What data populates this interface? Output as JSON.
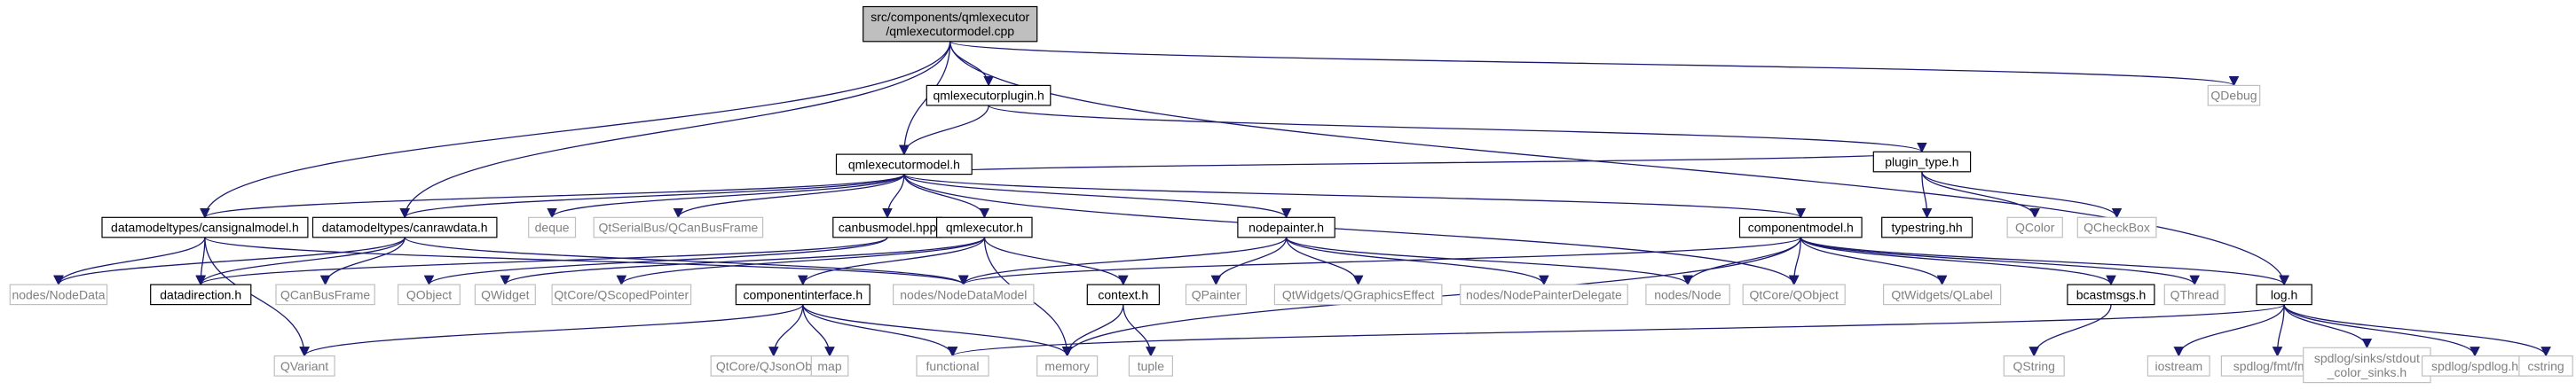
{
  "colors": {
    "edge": "#191970",
    "node_border": "#000000",
    "external_border": "#bfbfbf",
    "external_text": "#808080",
    "text": "#000000",
    "focus_fill": "#bfbfbf",
    "fill": "#ffffff"
  },
  "nodes": [
    {
      "id": "root",
      "lines": [
        "src/components/qmlexecutor",
        "/qmlexecutormodel.cpp"
      ],
      "kind": "focus"
    },
    {
      "id": "qmlexecutorplugin_h",
      "lines": [
        "qmlexecutorplugin.h"
      ],
      "kind": "file"
    },
    {
      "id": "QDebug",
      "lines": [
        "QDebug"
      ],
      "kind": "external"
    },
    {
      "id": "qmlexecutormodel_h",
      "lines": [
        "qmlexecutormodel.h"
      ],
      "kind": "file"
    },
    {
      "id": "plugin_type_h",
      "lines": [
        "plugin_type.h"
      ],
      "kind": "file"
    },
    {
      "id": "cansignalmodel_h",
      "lines": [
        "datamodeltypes/cansignalmodel.h"
      ],
      "kind": "file"
    },
    {
      "id": "canrawdata_h",
      "lines": [
        "datamodeltypes/canrawdata.h"
      ],
      "kind": "file"
    },
    {
      "id": "deque",
      "lines": [
        "deque"
      ],
      "kind": "external"
    },
    {
      "id": "QCanBusFrame_full",
      "lines": [
        "QtSerialBus/QCanBusFrame"
      ],
      "kind": "external"
    },
    {
      "id": "canbusmodel_hpp",
      "lines": [
        "canbusmodel.hpp"
      ],
      "kind": "file"
    },
    {
      "id": "qmlexecutor_h",
      "lines": [
        "qmlexecutor.h"
      ],
      "kind": "file"
    },
    {
      "id": "nodepainter_h",
      "lines": [
        "nodepainter.h"
      ],
      "kind": "file"
    },
    {
      "id": "componentmodel_h",
      "lines": [
        "componentmodel.h"
      ],
      "kind": "file"
    },
    {
      "id": "typestring_hh",
      "lines": [
        "typestring.hh"
      ],
      "kind": "file"
    },
    {
      "id": "QColor",
      "lines": [
        "QColor"
      ],
      "kind": "external"
    },
    {
      "id": "QCheckBox",
      "lines": [
        "QCheckBox"
      ],
      "kind": "external"
    },
    {
      "id": "nodes_NodeData",
      "lines": [
        "nodes/NodeData"
      ],
      "kind": "external"
    },
    {
      "id": "datadirection_h",
      "lines": [
        "datadirection.h"
      ],
      "kind": "file"
    },
    {
      "id": "QCanBusFrame",
      "lines": [
        "QCanBusFrame"
      ],
      "kind": "external"
    },
    {
      "id": "QObject",
      "lines": [
        "QObject"
      ],
      "kind": "external"
    },
    {
      "id": "QWidget",
      "lines": [
        "QWidget"
      ],
      "kind": "external"
    },
    {
      "id": "QScopedPointer",
      "lines": [
        "QtCore/QScopedPointer"
      ],
      "kind": "external"
    },
    {
      "id": "componentinterface_h",
      "lines": [
        "componentinterface.h"
      ],
      "kind": "file"
    },
    {
      "id": "nodes_NodeDataModel",
      "lines": [
        "nodes/NodeDataModel"
      ],
      "kind": "external"
    },
    {
      "id": "context_h",
      "lines": [
        "context.h"
      ],
      "kind": "file"
    },
    {
      "id": "QPainter",
      "lines": [
        "QPainter"
      ],
      "kind": "external"
    },
    {
      "id": "QGraphicsEffect",
      "lines": [
        "QtWidgets/QGraphicsEffect"
      ],
      "kind": "external"
    },
    {
      "id": "NodePainterDelegate",
      "lines": [
        "nodes/NodePainterDelegate"
      ],
      "kind": "external"
    },
    {
      "id": "nodes_Node",
      "lines": [
        "nodes/Node"
      ],
      "kind": "external"
    },
    {
      "id": "QtCore_QObject",
      "lines": [
        "QtCore/QObject"
      ],
      "kind": "external"
    },
    {
      "id": "QLabel",
      "lines": [
        "QtWidgets/QLabel"
      ],
      "kind": "external"
    },
    {
      "id": "bcastmsgs_h",
      "lines": [
        "bcastmsgs.h"
      ],
      "kind": "file"
    },
    {
      "id": "QThread",
      "lines": [
        "QThread"
      ],
      "kind": "external"
    },
    {
      "id": "log_h",
      "lines": [
        "log.h"
      ],
      "kind": "file"
    },
    {
      "id": "QVariant",
      "lines": [
        "QVariant"
      ],
      "kind": "external"
    },
    {
      "id": "QJsonObject",
      "lines": [
        "QtCore/QJsonObject"
      ],
      "kind": "external"
    },
    {
      "id": "map",
      "lines": [
        "map"
      ],
      "kind": "external"
    },
    {
      "id": "functional",
      "lines": [
        "functional"
      ],
      "kind": "external"
    },
    {
      "id": "memory",
      "lines": [
        "memory"
      ],
      "kind": "external"
    },
    {
      "id": "tuple",
      "lines": [
        "tuple"
      ],
      "kind": "external"
    },
    {
      "id": "QString",
      "lines": [
        "QString"
      ],
      "kind": "external"
    },
    {
      "id": "iostream",
      "lines": [
        "iostream"
      ],
      "kind": "external"
    },
    {
      "id": "fmt_h",
      "lines": [
        "spdlog/fmt/fmt.h"
      ],
      "kind": "external"
    },
    {
      "id": "stdout_color_sinks_h",
      "lines": [
        "spdlog/sinks/stdout",
        "_color_sinks.h"
      ],
      "kind": "external"
    },
    {
      "id": "spdlog_h",
      "lines": [
        "spdlog/spdlog.h"
      ],
      "kind": "external"
    },
    {
      "id": "cstring",
      "lines": [
        "cstring"
      ],
      "kind": "external"
    }
  ],
  "edges": [
    [
      "root",
      "qmlexecutorplugin_h"
    ],
    [
      "root",
      "QDebug"
    ],
    [
      "root",
      "qmlexecutormodel_h"
    ],
    [
      "root",
      "cansignalmodel_h"
    ],
    [
      "root",
      "canrawdata_h"
    ],
    [
      "root",
      "log_h"
    ],
    [
      "qmlexecutorplugin_h",
      "qmlexecutormodel_h"
    ],
    [
      "qmlexecutorplugin_h",
      "plugin_type_h"
    ],
    [
      "qmlexecutormodel_h",
      "plugin_type_h"
    ],
    [
      "qmlexecutormodel_h",
      "cansignalmodel_h"
    ],
    [
      "qmlexecutormodel_h",
      "canrawdata_h"
    ],
    [
      "qmlexecutormodel_h",
      "deque"
    ],
    [
      "qmlexecutormodel_h",
      "QCanBusFrame_full"
    ],
    [
      "qmlexecutormodel_h",
      "canbusmodel_hpp"
    ],
    [
      "qmlexecutormodel_h",
      "qmlexecutor_h"
    ],
    [
      "qmlexecutormodel_h",
      "nodepainter_h"
    ],
    [
      "qmlexecutormodel_h",
      "componentmodel_h"
    ],
    [
      "qmlexecutormodel_h",
      "QtCore_QObject"
    ],
    [
      "plugin_type_h",
      "typestring_hh"
    ],
    [
      "plugin_type_h",
      "QColor"
    ],
    [
      "plugin_type_h",
      "QCheckBox"
    ],
    [
      "cansignalmodel_h",
      "nodes_NodeData"
    ],
    [
      "cansignalmodel_h",
      "datadirection_h"
    ],
    [
      "cansignalmodel_h",
      "QVariant"
    ],
    [
      "cansignalmodel_h",
      "nodes_NodeDataModel"
    ],
    [
      "canrawdata_h",
      "nodes_NodeData"
    ],
    [
      "canrawdata_h",
      "datadirection_h"
    ],
    [
      "canrawdata_h",
      "QCanBusFrame"
    ],
    [
      "canrawdata_h",
      "nodes_NodeDataModel"
    ],
    [
      "canbusmodel_hpp",
      "QObject"
    ],
    [
      "canbusmodel_hpp",
      "datadirection_h"
    ],
    [
      "qmlexecutor_h",
      "QWidget"
    ],
    [
      "qmlexecutor_h",
      "QScopedPointer"
    ],
    [
      "qmlexecutor_h",
      "componentinterface_h"
    ],
    [
      "qmlexecutor_h",
      "context_h"
    ],
    [
      "qmlexecutor_h",
      "memory"
    ],
    [
      "nodepainter_h",
      "nodes_NodeDataModel"
    ],
    [
      "nodepainter_h",
      "QPainter"
    ],
    [
      "nodepainter_h",
      "QGraphicsEffect"
    ],
    [
      "nodepainter_h",
      "NodePainterDelegate"
    ],
    [
      "nodepainter_h",
      "nodes_Node"
    ],
    [
      "componentmodel_h",
      "nodes_NodeDataModel"
    ],
    [
      "componentmodel_h",
      "nodes_Node"
    ],
    [
      "componentmodel_h",
      "QtCore_QObject"
    ],
    [
      "componentmodel_h",
      "QLabel"
    ],
    [
      "componentmodel_h",
      "bcastmsgs_h"
    ],
    [
      "componentmodel_h",
      "QThread"
    ],
    [
      "componentmodel_h",
      "log_h"
    ],
    [
      "componentmodel_h",
      "memory"
    ],
    [
      "componentinterface_h",
      "QVariant"
    ],
    [
      "componentinterface_h",
      "QJsonObject"
    ],
    [
      "componentinterface_h",
      "map"
    ],
    [
      "componentinterface_h",
      "functional"
    ],
    [
      "componentinterface_h",
      "memory"
    ],
    [
      "context_h",
      "memory"
    ],
    [
      "context_h",
      "tuple"
    ],
    [
      "bcastmsgs_h",
      "QString"
    ],
    [
      "log_h",
      "iostream"
    ],
    [
      "log_h",
      "fmt_h"
    ],
    [
      "log_h",
      "stdout_color_sinks_h"
    ],
    [
      "log_h",
      "spdlog_h"
    ],
    [
      "log_h",
      "cstring"
    ],
    [
      "log_h",
      "functional"
    ]
  ]
}
